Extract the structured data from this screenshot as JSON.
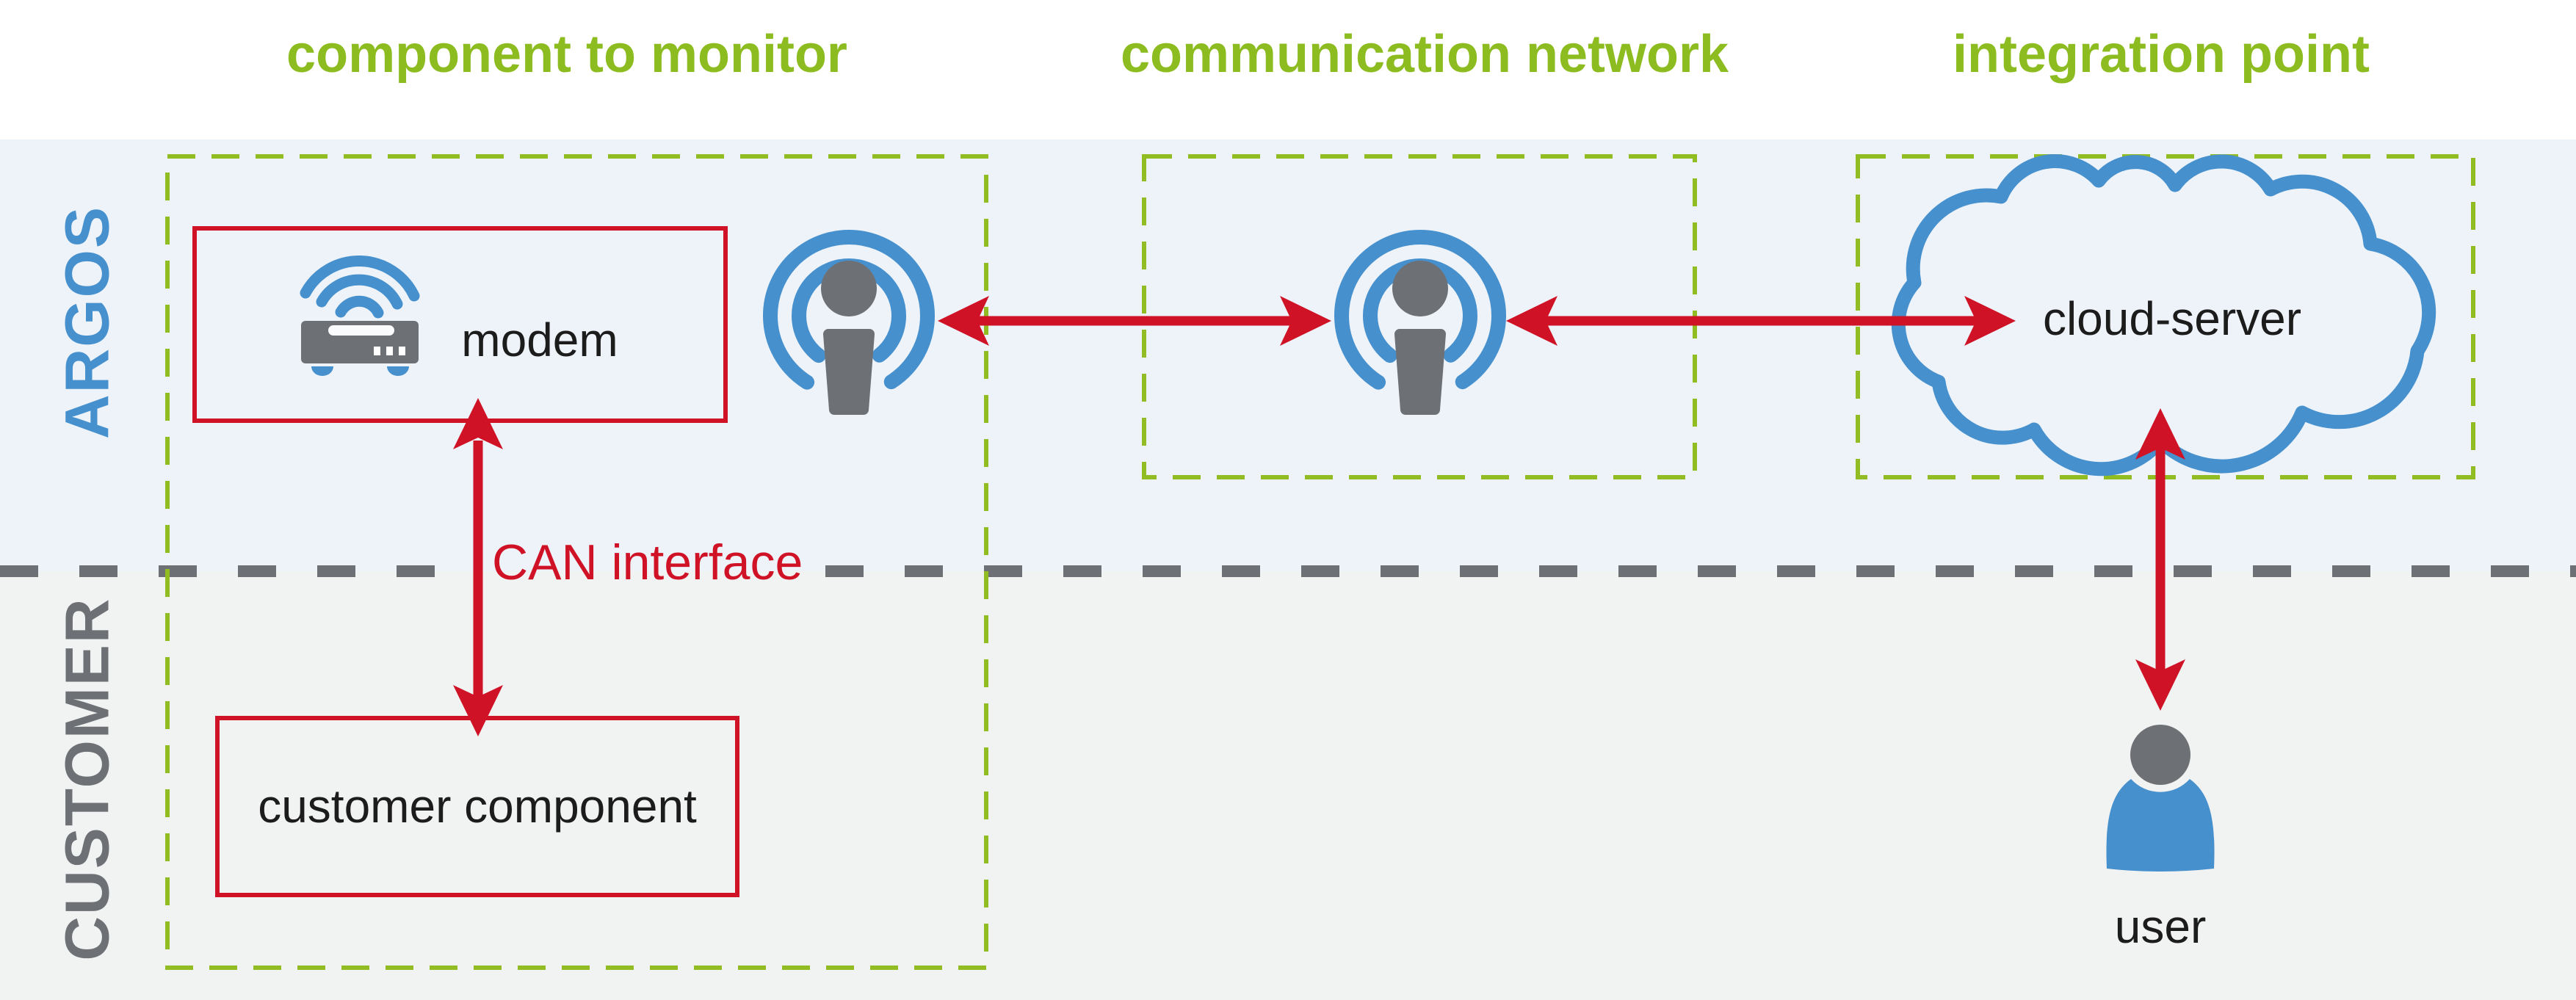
{
  "columns": [
    {
      "label": "component to monitor"
    },
    {
      "label": "communication network"
    },
    {
      "label": "integration point"
    }
  ],
  "lanes": {
    "argos": "ARGOS",
    "customer": "CUSTOMER"
  },
  "nodes": {
    "modem": "modem",
    "customer_component": "customer component",
    "cloud_server": "cloud-server",
    "user": "user"
  },
  "labels": {
    "can_interface": "CAN interface"
  },
  "icons": [
    "modem-icon",
    "antenna-icon",
    "cloud-icon",
    "user-icon"
  ],
  "colors": {
    "green": "#8cbc20",
    "blue": "#4690ce",
    "gray": "#6d7176",
    "red": "#d01226",
    "argos_band_bg": "#edf3f9",
    "customer_band_bg": "#f1f2f2",
    "text": "#1c1c1c"
  }
}
